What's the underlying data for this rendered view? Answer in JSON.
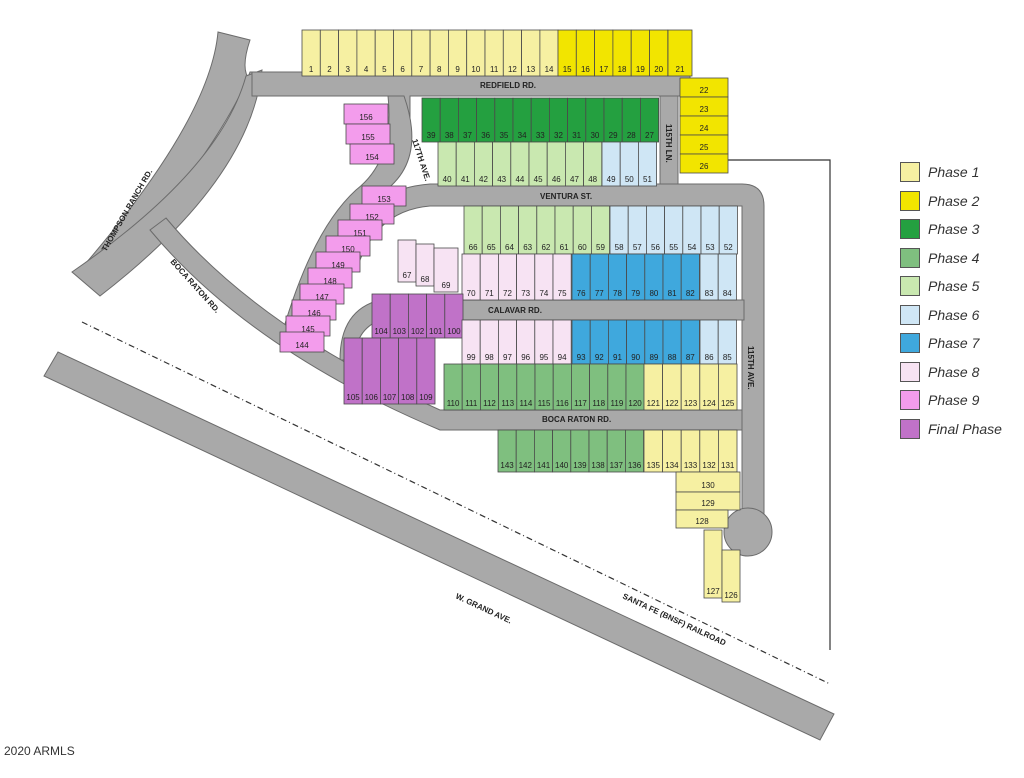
{
  "legend": {
    "items": [
      {
        "label": "Phase 1",
        "color": "#f6f0a2"
      },
      {
        "label": "Phase 2",
        "color": "#f2e500"
      },
      {
        "label": "Phase 3",
        "color": "#24a040"
      },
      {
        "label": "Phase 4",
        "color": "#7fbf7f"
      },
      {
        "label": "Phase 5",
        "color": "#c9e8b0"
      },
      {
        "label": "Phase 6",
        "color": "#cfe6f5"
      },
      {
        "label": "Phase 7",
        "color": "#3fa8dd"
      },
      {
        "label": "Phase 8",
        "color": "#f7e3f3"
      },
      {
        "label": "Phase 9",
        "color": "#f39cec"
      },
      {
        "label": "Final Phase",
        "color": "#c072c8"
      }
    ]
  },
  "roads": {
    "redfield": "REDFIELD RD.",
    "ventura": "VENTURA ST.",
    "calavar": "CALAVAR RD.",
    "boca_raton": "BOCA RATON RD.",
    "boca_raton_diag": "BOCA RATON RD.",
    "thompson_ranch": "THOMPSON RANCH RD.",
    "ave_117": "117TH AVE.",
    "ave_115": "115TH AVE.",
    "ln_115": "115TH LN.",
    "grand": "W. GRAND AVE.",
    "railroad": "SANTA FE (BNSF) RAILROAD"
  },
  "copyright": "2020 ARMLS"
}
